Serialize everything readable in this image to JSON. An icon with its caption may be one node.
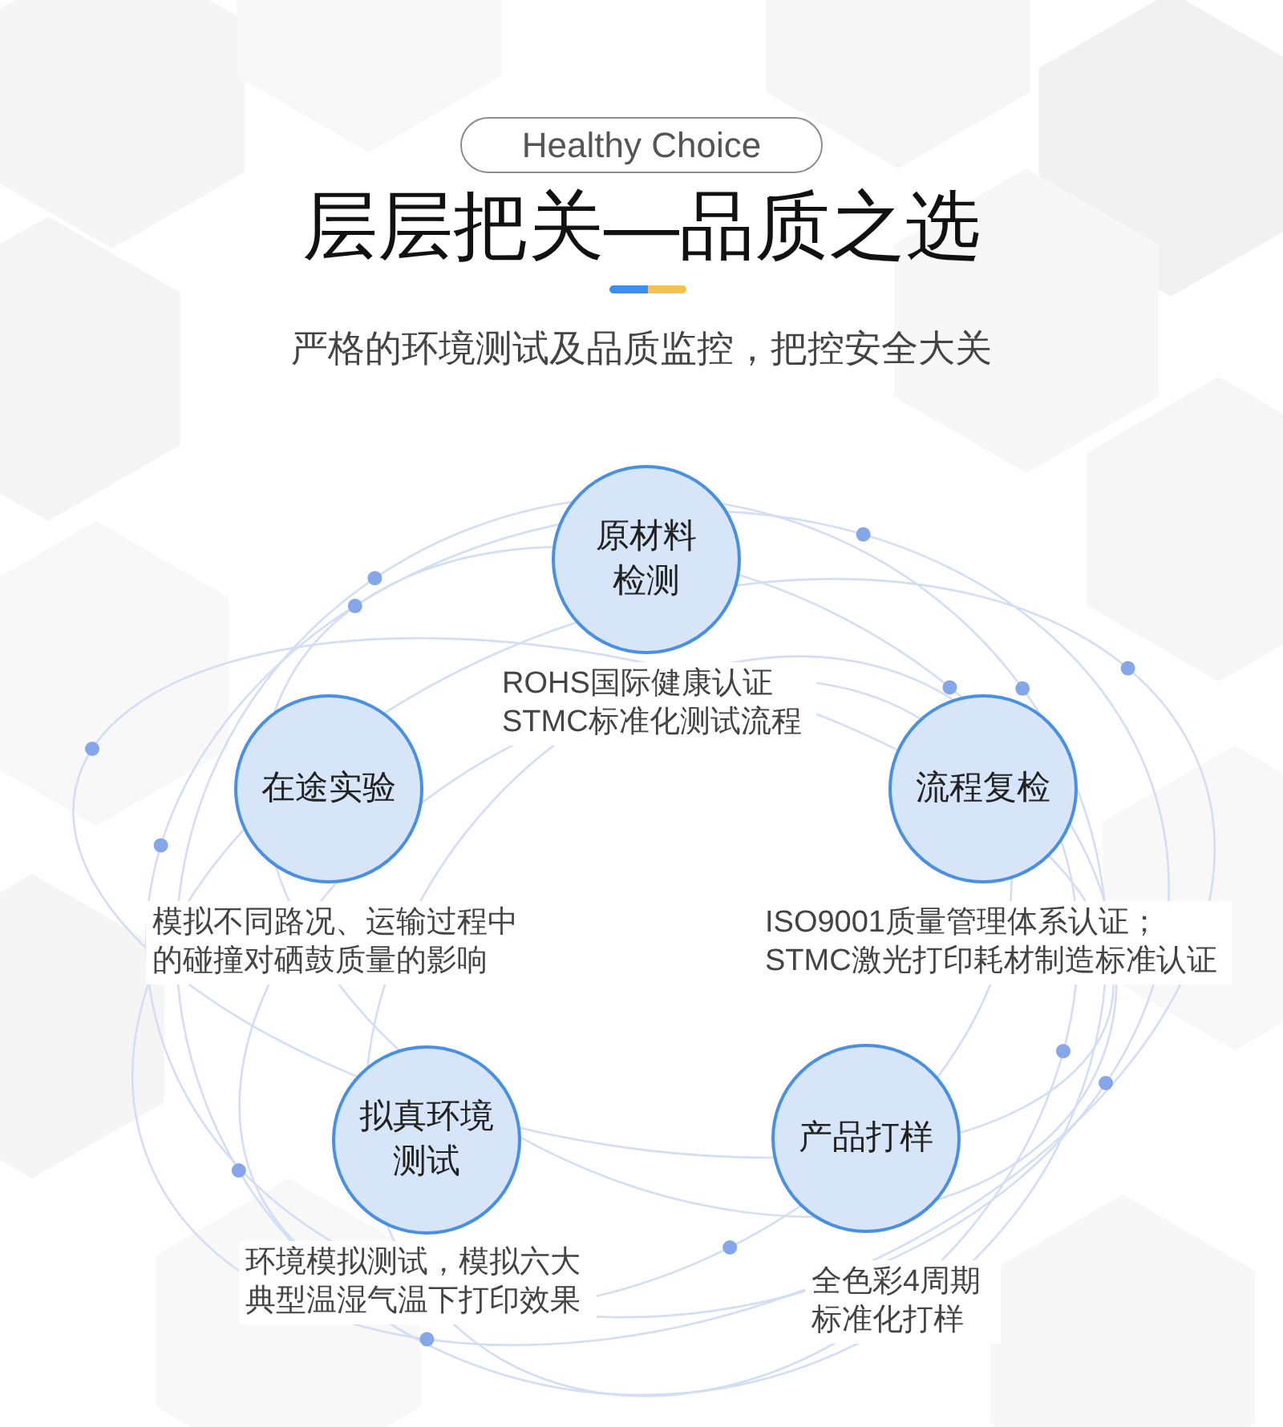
{
  "diagram": {
    "title": "层层把关—品质之选",
    "nodes": [
      {
        "text": [
          "Healthy Choice"
        ]
      },
      {
        "text": [
          "原材料检测"
        ],
        "beside": [
          "ROHS国际健康认证STMC标准化测试流程"
        ]
      },
      {
        "text": [
          "在途实验"
        ],
        "beside": [
          "模拟不同路况、运输过程中的碰撞对硒鼓质量的影响"
        ]
      },
      {
        "text": [
          "流程复检"
        ],
        "beside": [
          "ISO9001质量管理体系认证；STMC激光打印耗材制造标准认证"
        ]
      },
      {
        "text": [
          "拟真环境测试"
        ],
        "beside": [
          "环境模拟测试，模拟六大典型温湿气温下打印效果"
        ]
      },
      {
        "text": [
          "产品打样"
        ],
        "beside": [
          "全色彩4周期标准化打样"
        ]
      }
    ],
    "labels": [
      "严格的环境测试及品质监控，把控安全大关"
    ]
  }
}
